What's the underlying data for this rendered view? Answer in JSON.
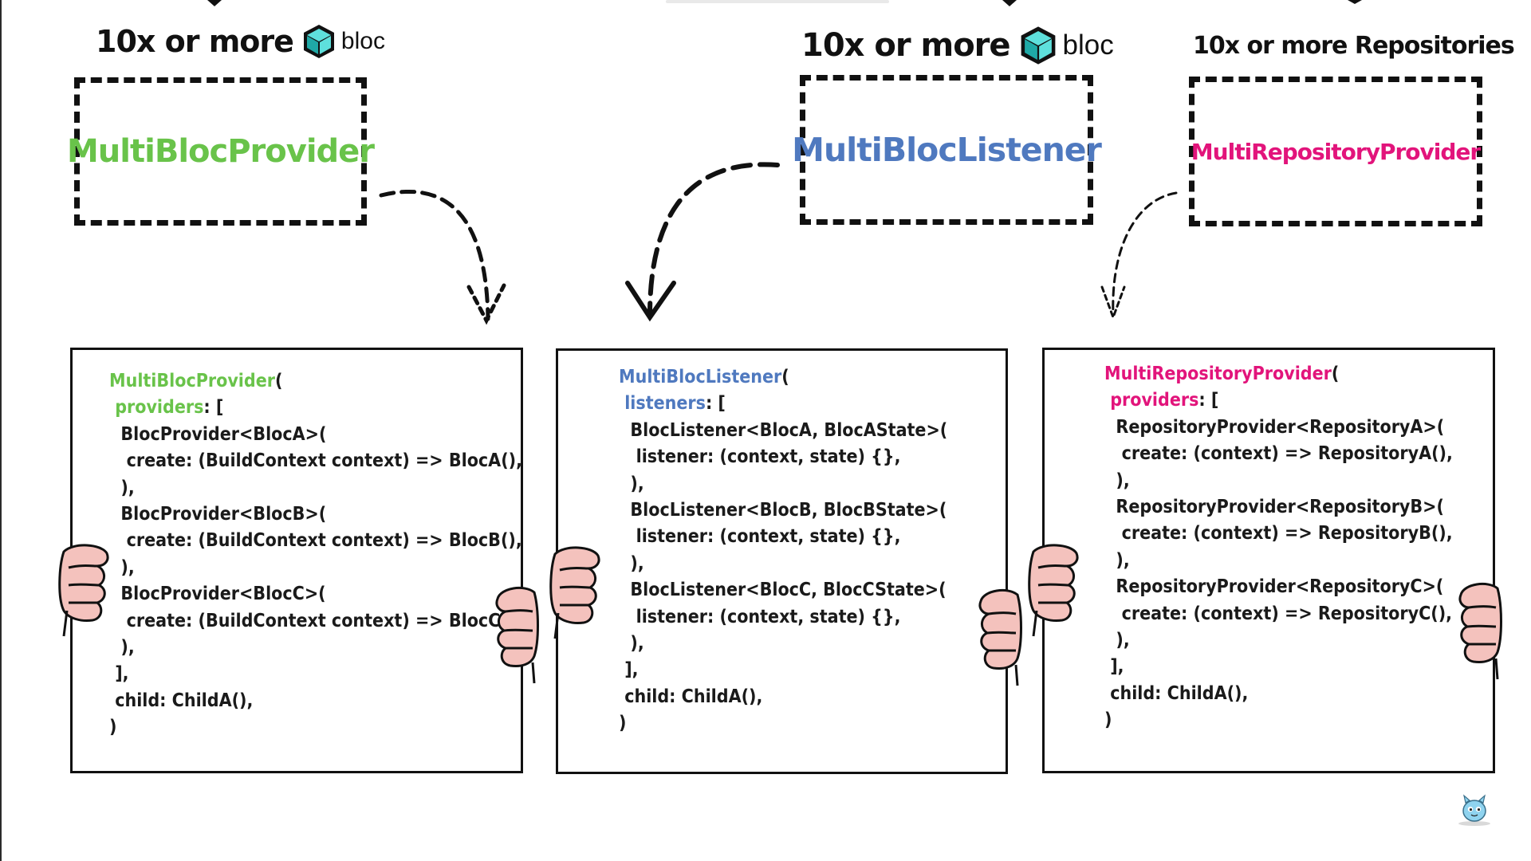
{
  "colors": {
    "ink": "#111111",
    "green": "#69c34a",
    "blue": "#4f79bf",
    "pink": "#e2147b",
    "default_text": "#1a1a1a",
    "bloc_cube_top": "#5ee0dc",
    "bloc_cube_side": "#1fa9a6",
    "hand_fill": "#f4c2bd"
  },
  "headings": {
    "left": {
      "text": "10x or more",
      "logo_text": "bloc",
      "logo_icon": "bloc-cube-icon"
    },
    "middle": {
      "text": "10x or more",
      "logo_text": "bloc",
      "logo_icon": "bloc-cube-icon"
    },
    "right": {
      "text": "10x or more Repositories"
    }
  },
  "boxes": {
    "left": {
      "title": "MultiBlocProvider",
      "color": "#69c34a"
    },
    "middle": {
      "title": "MultiBlocListener",
      "color": "#4f79bf"
    },
    "right": {
      "title": "MultiRepositoryProvider",
      "color": "#e2147b"
    }
  },
  "cards": [
    {
      "accent": "#69c34a",
      "lines": [
        {
          "indent": "",
          "parts": [
            {
              "t": "MultiBlocProvider",
              "c": "accent"
            },
            {
              "t": "(",
              "c": "text"
            }
          ]
        },
        {
          "indent": " ",
          "parts": [
            {
              "t": "providers",
              "c": "accent"
            },
            {
              "t": ": [",
              "c": "text"
            }
          ]
        },
        {
          "indent": "  ",
          "parts": [
            {
              "t": "BlocProvider<BlocA>(",
              "c": "text"
            }
          ]
        },
        {
          "indent": "   ",
          "parts": [
            {
              "t": "create: (BuildContext context) => BlocA(),",
              "c": "text"
            }
          ]
        },
        {
          "indent": "  ",
          "parts": [
            {
              "t": "),",
              "c": "text"
            }
          ]
        },
        {
          "indent": "  ",
          "parts": [
            {
              "t": "BlocProvider<BlocB>(",
              "c": "text"
            }
          ]
        },
        {
          "indent": "   ",
          "parts": [
            {
              "t": "create: (BuildContext context) => BlocB(),",
              "c": "text"
            }
          ]
        },
        {
          "indent": "  ",
          "parts": [
            {
              "t": "),",
              "c": "text"
            }
          ]
        },
        {
          "indent": "  ",
          "parts": [
            {
              "t": "BlocProvider<BlocC>(",
              "c": "text"
            }
          ]
        },
        {
          "indent": "   ",
          "parts": [
            {
              "t": "create: (BuildContext context) => BlocC(),",
              "c": "text"
            }
          ]
        },
        {
          "indent": "  ",
          "parts": [
            {
              "t": "),",
              "c": "text"
            }
          ]
        },
        {
          "indent": " ",
          "parts": [
            {
              "t": "],",
              "c": "text"
            }
          ]
        },
        {
          "indent": " ",
          "parts": [
            {
              "t": "child: ChildA(),",
              "c": "text"
            }
          ]
        },
        {
          "indent": "",
          "parts": [
            {
              "t": ")",
              "c": "text"
            }
          ]
        }
      ]
    },
    {
      "accent": "#4f79bf",
      "lines": [
        {
          "indent": "",
          "parts": [
            {
              "t": "MultiBlocListener",
              "c": "accent"
            },
            {
              "t": "(",
              "c": "text"
            }
          ]
        },
        {
          "indent": " ",
          "parts": [
            {
              "t": "listeners",
              "c": "accent"
            },
            {
              "t": ": [",
              "c": "text"
            }
          ]
        },
        {
          "indent": "  ",
          "parts": [
            {
              "t": "BlocListener<BlocA, BlocAState>(",
              "c": "text"
            }
          ]
        },
        {
          "indent": "   ",
          "parts": [
            {
              "t": "listener: (context, state) {},",
              "c": "text"
            }
          ]
        },
        {
          "indent": "  ",
          "parts": [
            {
              "t": "),",
              "c": "text"
            }
          ]
        },
        {
          "indent": "  ",
          "parts": [
            {
              "t": "BlocListener<BlocB, BlocBState>(",
              "c": "text"
            }
          ]
        },
        {
          "indent": "   ",
          "parts": [
            {
              "t": "listener: (context, state) {},",
              "c": "text"
            }
          ]
        },
        {
          "indent": "  ",
          "parts": [
            {
              "t": "),",
              "c": "text"
            }
          ]
        },
        {
          "indent": "  ",
          "parts": [
            {
              "t": "BlocListener<BlocC, BlocCState>(",
              "c": "text"
            }
          ]
        },
        {
          "indent": "   ",
          "parts": [
            {
              "t": "listener: (context, state) {},",
              "c": "text"
            }
          ]
        },
        {
          "indent": "  ",
          "parts": [
            {
              "t": "),",
              "c": "text"
            }
          ]
        },
        {
          "indent": " ",
          "parts": [
            {
              "t": "],",
              "c": "text"
            }
          ]
        },
        {
          "indent": " ",
          "parts": [
            {
              "t": "child: ChildA(),",
              "c": "text"
            }
          ]
        },
        {
          "indent": "",
          "parts": [
            {
              "t": ")",
              "c": "text"
            }
          ]
        }
      ]
    },
    {
      "accent": "#e2147b",
      "lines": [
        {
          "indent": "",
          "parts": [
            {
              "t": "MultiRepositoryProvider",
              "c": "accent"
            },
            {
              "t": "(",
              "c": "text"
            }
          ]
        },
        {
          "indent": " ",
          "parts": [
            {
              "t": "providers",
              "c": "accent"
            },
            {
              "t": ": [",
              "c": "text"
            }
          ]
        },
        {
          "indent": "  ",
          "parts": [
            {
              "t": "RepositoryProvider<RepositoryA>(",
              "c": "text"
            }
          ]
        },
        {
          "indent": "   ",
          "parts": [
            {
              "t": "create: (context) => RepositoryA(),",
              "c": "text"
            }
          ]
        },
        {
          "indent": "  ",
          "parts": [
            {
              "t": "),",
              "c": "text"
            }
          ]
        },
        {
          "indent": "  ",
          "parts": [
            {
              "t": "RepositoryProvider<RepositoryB>(",
              "c": "text"
            }
          ]
        },
        {
          "indent": "   ",
          "parts": [
            {
              "t": "create: (context) => RepositoryB(),",
              "c": "text"
            }
          ]
        },
        {
          "indent": "  ",
          "parts": [
            {
              "t": "),",
              "c": "text"
            }
          ]
        },
        {
          "indent": "  ",
          "parts": [
            {
              "t": "RepositoryProvider<RepositoryC>(",
              "c": "text"
            }
          ]
        },
        {
          "indent": "   ",
          "parts": [
            {
              "t": "create: (context) => RepositoryC(),",
              "c": "text"
            }
          ]
        },
        {
          "indent": "  ",
          "parts": [
            {
              "t": "),",
              "c": "text"
            }
          ]
        },
        {
          "indent": " ",
          "parts": [
            {
              "t": "],",
              "c": "text"
            }
          ]
        },
        {
          "indent": " ",
          "parts": [
            {
              "t": "child: ChildA(),",
              "c": "text"
            }
          ]
        },
        {
          "indent": "",
          "parts": [
            {
              "t": ")",
              "c": "text"
            }
          ]
        }
      ]
    }
  ],
  "icons": {
    "hand": "hand-holding-card-icon",
    "mascot": "mascot-icon",
    "arrow": "curved-dashed-arrow-icon"
  }
}
